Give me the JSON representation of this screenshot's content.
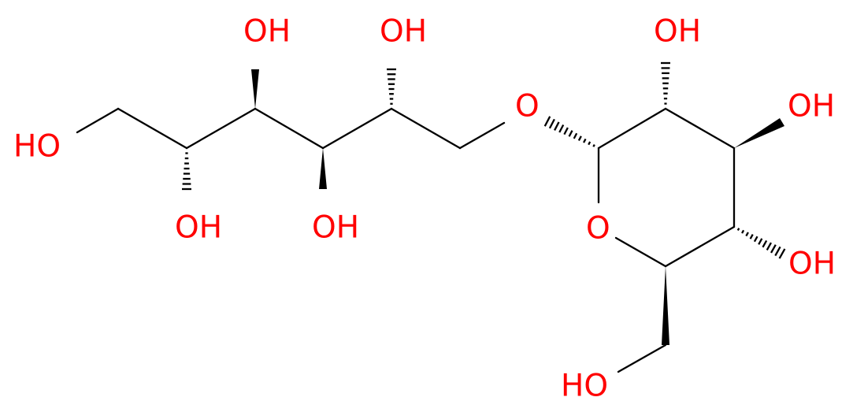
{
  "structure": {
    "colors": {
      "bond": "#000000",
      "heteroatom": "#ff0000",
      "background": "#ffffff"
    },
    "labels": {
      "oh_c1_left": "HO",
      "oh_c2_down": "OH",
      "oh_c3_up": "OH",
      "oh_c4_down": "OH",
      "oh_c5_up": "OH",
      "ether_o": "O",
      "ring_o": "O",
      "oh_c2p_up": "OH",
      "oh_c3p_right": "OH",
      "oh_c4p_right": "OH",
      "oh_c6p": "HO"
    }
  }
}
